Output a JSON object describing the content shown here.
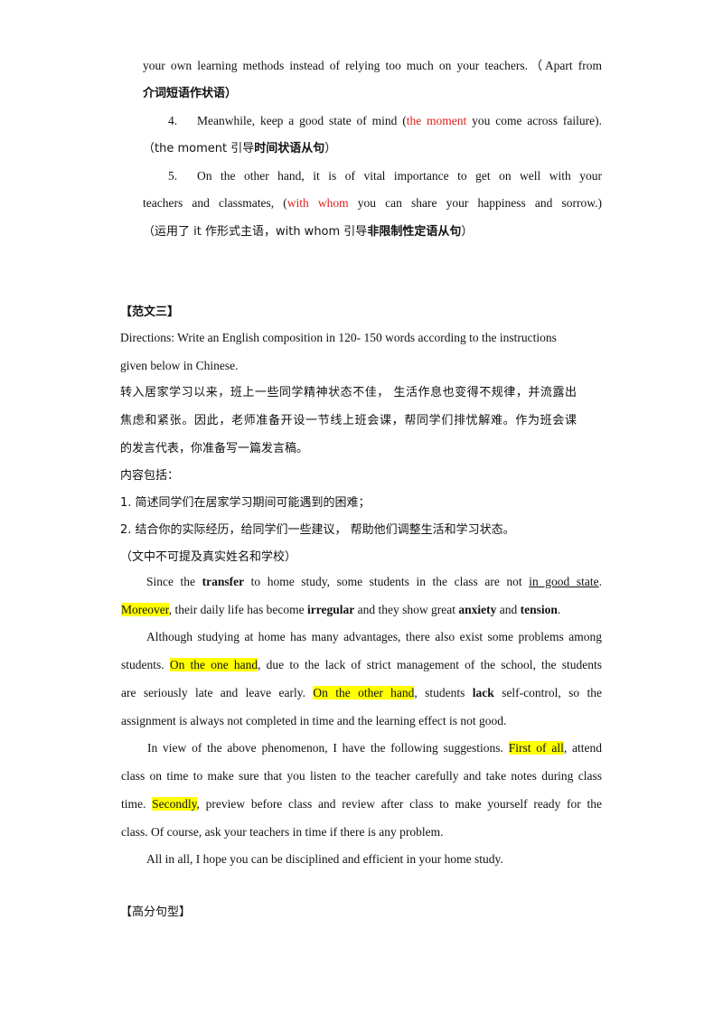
{
  "sec1": {
    "l1": "your own learning methods instead of relying too much on your teachers.（Apart from",
    "l2": "介词短语作状语）",
    "l3_num": "4.",
    "l3_a": "Meanwhile, keep a good state of mind (",
    "l3_red": "the moment",
    "l3_b": "you come across failure).",
    "l4_a": "（the moment 引导",
    "l4_b": "时间状语从句",
    "l4_c": "）",
    "l5_num": "5.",
    "l5": "On the other hand, it is of vital importance to get on well with your",
    "l6_a": "teachers and classmates, (",
    "l6_red": "with whom",
    "l6_b": "you can share your happiness and sorrow.)",
    "l7_a": "（运用了 it 作形式主语，with whom 引导",
    "l7_b": "非限制性定语从句",
    "l7_c": "）"
  },
  "sec2": {
    "heading": "【范文三】",
    "dir1": "Directions: Write an English composition in 120- 150 words according to the instructions",
    "dir2": "given below in Chinese.",
    "cn1": "转入居家学习以来，班上一些同学精神状态不佳， 生活作息也变得不规律，并流露出",
    "cn2": "焦虑和紧张。因此，老师准备开设一节线上班会课，帮同学们排忧解难。作为班会课",
    "cn3": "的发言代表，你准备写一篇发言稿。",
    "cn4": "内容包括：",
    "cn5": "1. 简述同学们在居家学习期间可能遇到的困难；",
    "cn6": "2. 结合你的实际经历，给同学们一些建议， 帮助他们调整生活和学习状态。",
    "cn7": "（文中不可提及真实姓名和学校）"
  },
  "essay": {
    "p1l1_a": "Since the",
    "p1l1_b": "transfer",
    "p1l1_c": "to home study, some students in the class are not",
    "p1l1_d": "in good state",
    "p1l1_e": ".",
    "p1l2_a": "Moreover",
    "p1l2_b": ", their daily life has become",
    "p1l2_c": "irregular",
    "p1l2_d": "and they show great",
    "p1l2_e": "anxiety",
    "p1l2_f": "and",
    "p1l2_g": "tension",
    "p1l2_h": ".",
    "p2l1": "Although studying at home has many advantages, there also exist some problems among",
    "p2l2_a": "students.",
    "p2l2_b": "On the one hand",
    "p2l2_c": ", due to the lack of strict management of the school, the students",
    "p2l3_a": "are seriously late and leave early.",
    "p2l3_b": "On the other hand",
    "p2l3_c": ", students",
    "p2l3_d": "lack",
    "p2l3_e": "self-control, so the",
    "p2l4": "assignment is always not completed in time and the learning effect is not good.",
    "p3l1_a": "In view of the above phenomenon, I have the following suggestions.",
    "p3l1_b": "First of all",
    "p3l1_c": ", attend",
    "p3l2": "class on time to make sure that you listen to the teacher carefully and take notes during class",
    "p3l3_a": "time.",
    "p3l3_b": "Secondly",
    "p3l3_c": ", preview before class and review after class to make yourself ready for the",
    "p3l4": "class. Of course, ask your teachers in time if there is any problem.",
    "p4": "All in all, I hope you can be disciplined and efficient in your home study."
  },
  "sec3": {
    "heading": "【高分句型】"
  }
}
